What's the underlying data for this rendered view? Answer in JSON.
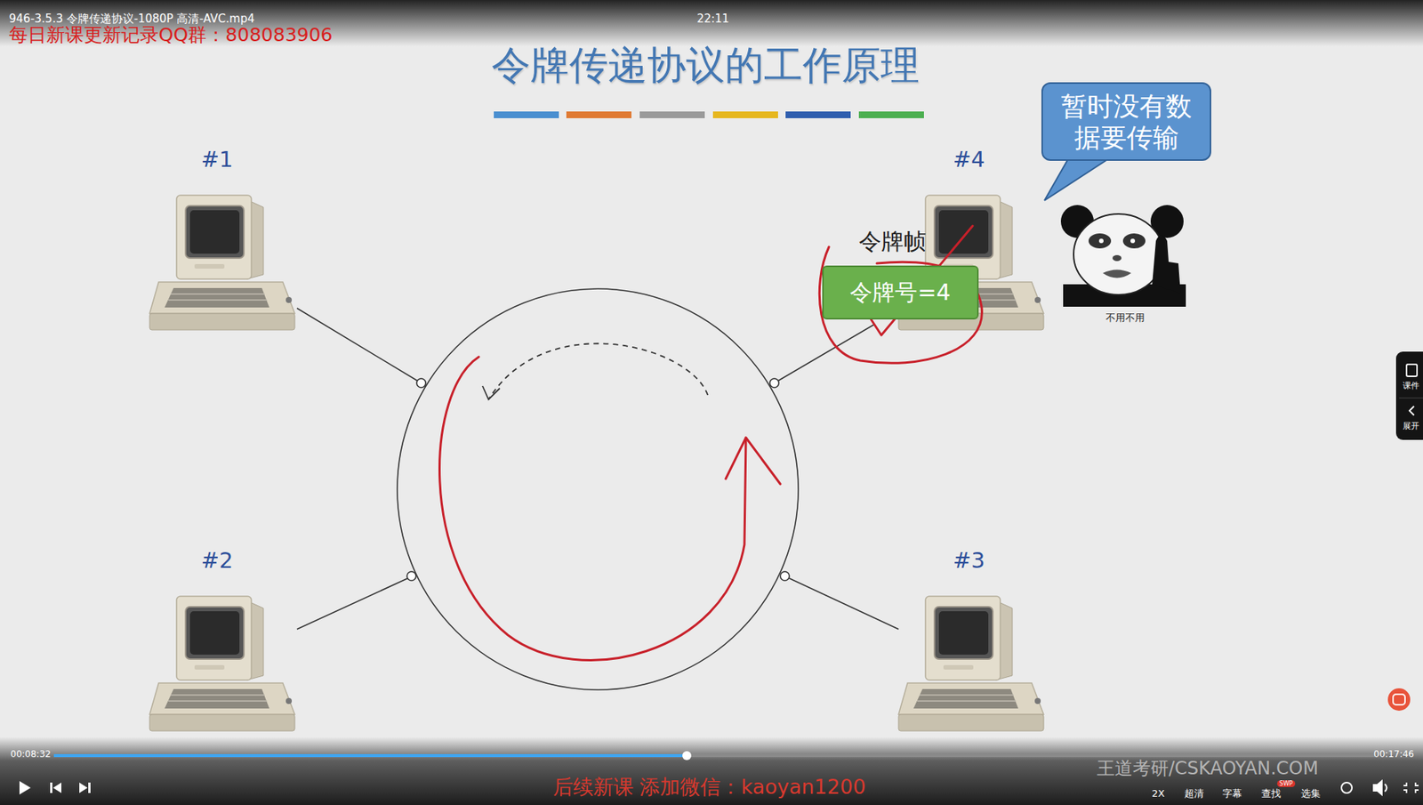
{
  "diagram": {
    "title": "令牌传递协议的工作原理",
    "nodes": [
      {
        "text": [
          "暂时没有数据要传输"
        ]
      },
      {
        "text": [
          "令牌帧",
          "令牌号=4"
        ]
      }
    ],
    "labels": [
      "946-3.5.3 令牌传递协议-1080P 高清-AVC.mp4",
      "22:11",
      "每日新课更新记录QQ群：808083906",
      "#1",
      "#4",
      "#2",
      "#3",
      "不用不用",
      "课件",
      "展开",
      "00:08:32",
      "00:17:46",
      "后续新课 添加微信：kaoyan1200",
      "王道考研/CSKAOYAN.COM",
      "2X",
      "超清",
      "字幕",
      "SWP",
      "查找",
      "选集"
    ]
  }
}
